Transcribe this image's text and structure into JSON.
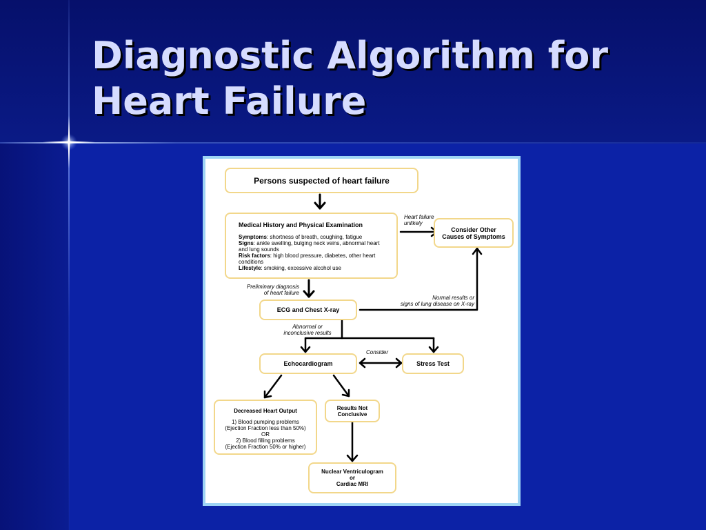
{
  "slide": {
    "title_line1": "Diagnostic Algorithm for",
    "title_line2": "Heart Failure"
  },
  "diagram": {
    "start": "Persons suspected of heart failure",
    "history": {
      "heading": "Medical History and Physical Examination",
      "symptoms_key": "Symptoms",
      "symptoms_val": ": shortness of breath, coughing, fatigue",
      "signs_key": "Signs",
      "signs_val": ": ankle swelling, bulging neck veins, abnormal heart and lung sounds",
      "risk_key": "Risk factors",
      "risk_val": ": high blood pressure, diabetes, other heart conditions",
      "lifestyle_key": "Lifestyle",
      "lifestyle_val": ": smoking, excessive alcohol use"
    },
    "other_causes": "Consider Other Causes of Symptoms",
    "hf_unlikely_1": "Heart failure",
    "hf_unlikely_2": "unlikely",
    "prelim_1": "Preliminary diagnosis",
    "prelim_2": "of heart failure",
    "ecg": "ECG and Chest X-ray",
    "normal_1": "Normal results or",
    "normal_2": "signs of lung disease on X-ray",
    "abnormal_1": "Abnormal or",
    "abnormal_2": "inconclusive results",
    "echo": "Echocardiogram",
    "consider": "Consider",
    "stress": "Stress Test",
    "decreased": {
      "heading": "Decreased Heart Output",
      "l1": "1) Blood pumping problems",
      "l2": "(Ejection Fraction less than 50%)",
      "l3": "OR",
      "l4": "2) Blood filling problems",
      "l5": "(Ejection Fraction 50% or higher)"
    },
    "not_conclusive_1": "Results Not",
    "not_conclusive_2": "Conclusive",
    "nuclear_1": "Nuclear Ventriculogram",
    "nuclear_2": "or",
    "nuclear_3": "Cardiac MRI"
  },
  "colors": {
    "background": "#0c22a6",
    "title": "#d6dcff",
    "panel_border": "#9ed4f5",
    "node_border": "#f2d78a"
  }
}
